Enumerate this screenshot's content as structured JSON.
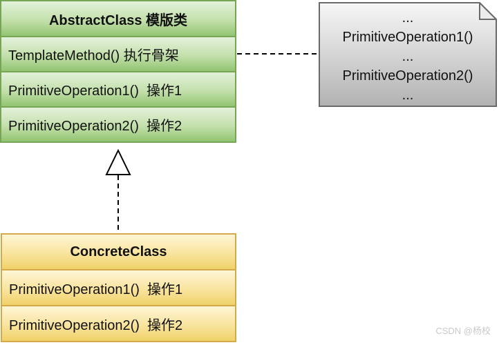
{
  "abstract_class": {
    "title": "AbstractClass 模版类",
    "methods": [
      "TemplateMethod() 执行骨架",
      "PrimitiveOperation1()  操作1",
      "PrimitiveOperation2()  操作2"
    ]
  },
  "concrete_class": {
    "title": "ConcreteClass",
    "methods": [
      "PrimitiveOperation1()  操作1",
      "PrimitiveOperation2()  操作2"
    ]
  },
  "note": {
    "lines": [
      "...",
      "PrimitiveOperation1()",
      "...",
      "PrimitiveOperation2()",
      "..."
    ]
  },
  "watermark": "CSDN @杨校",
  "colors": {
    "green_light": "#e3f1da",
    "green_mid": "#c3e0ab",
    "green_dark": "#92c471",
    "green_border": "#77a556",
    "yellow_light": "#fdf5d5",
    "yellow_mid": "#f9e49e",
    "yellow_dark": "#f0d169",
    "yellow_border": "#d3a94c",
    "note_light": "#f7f7f7",
    "note_dark": "#b2b2b2",
    "note_border": "#696969",
    "note_flap": "#ececec",
    "line": "#000000",
    "text": "#111111",
    "watermark": "#c9c9c9"
  }
}
